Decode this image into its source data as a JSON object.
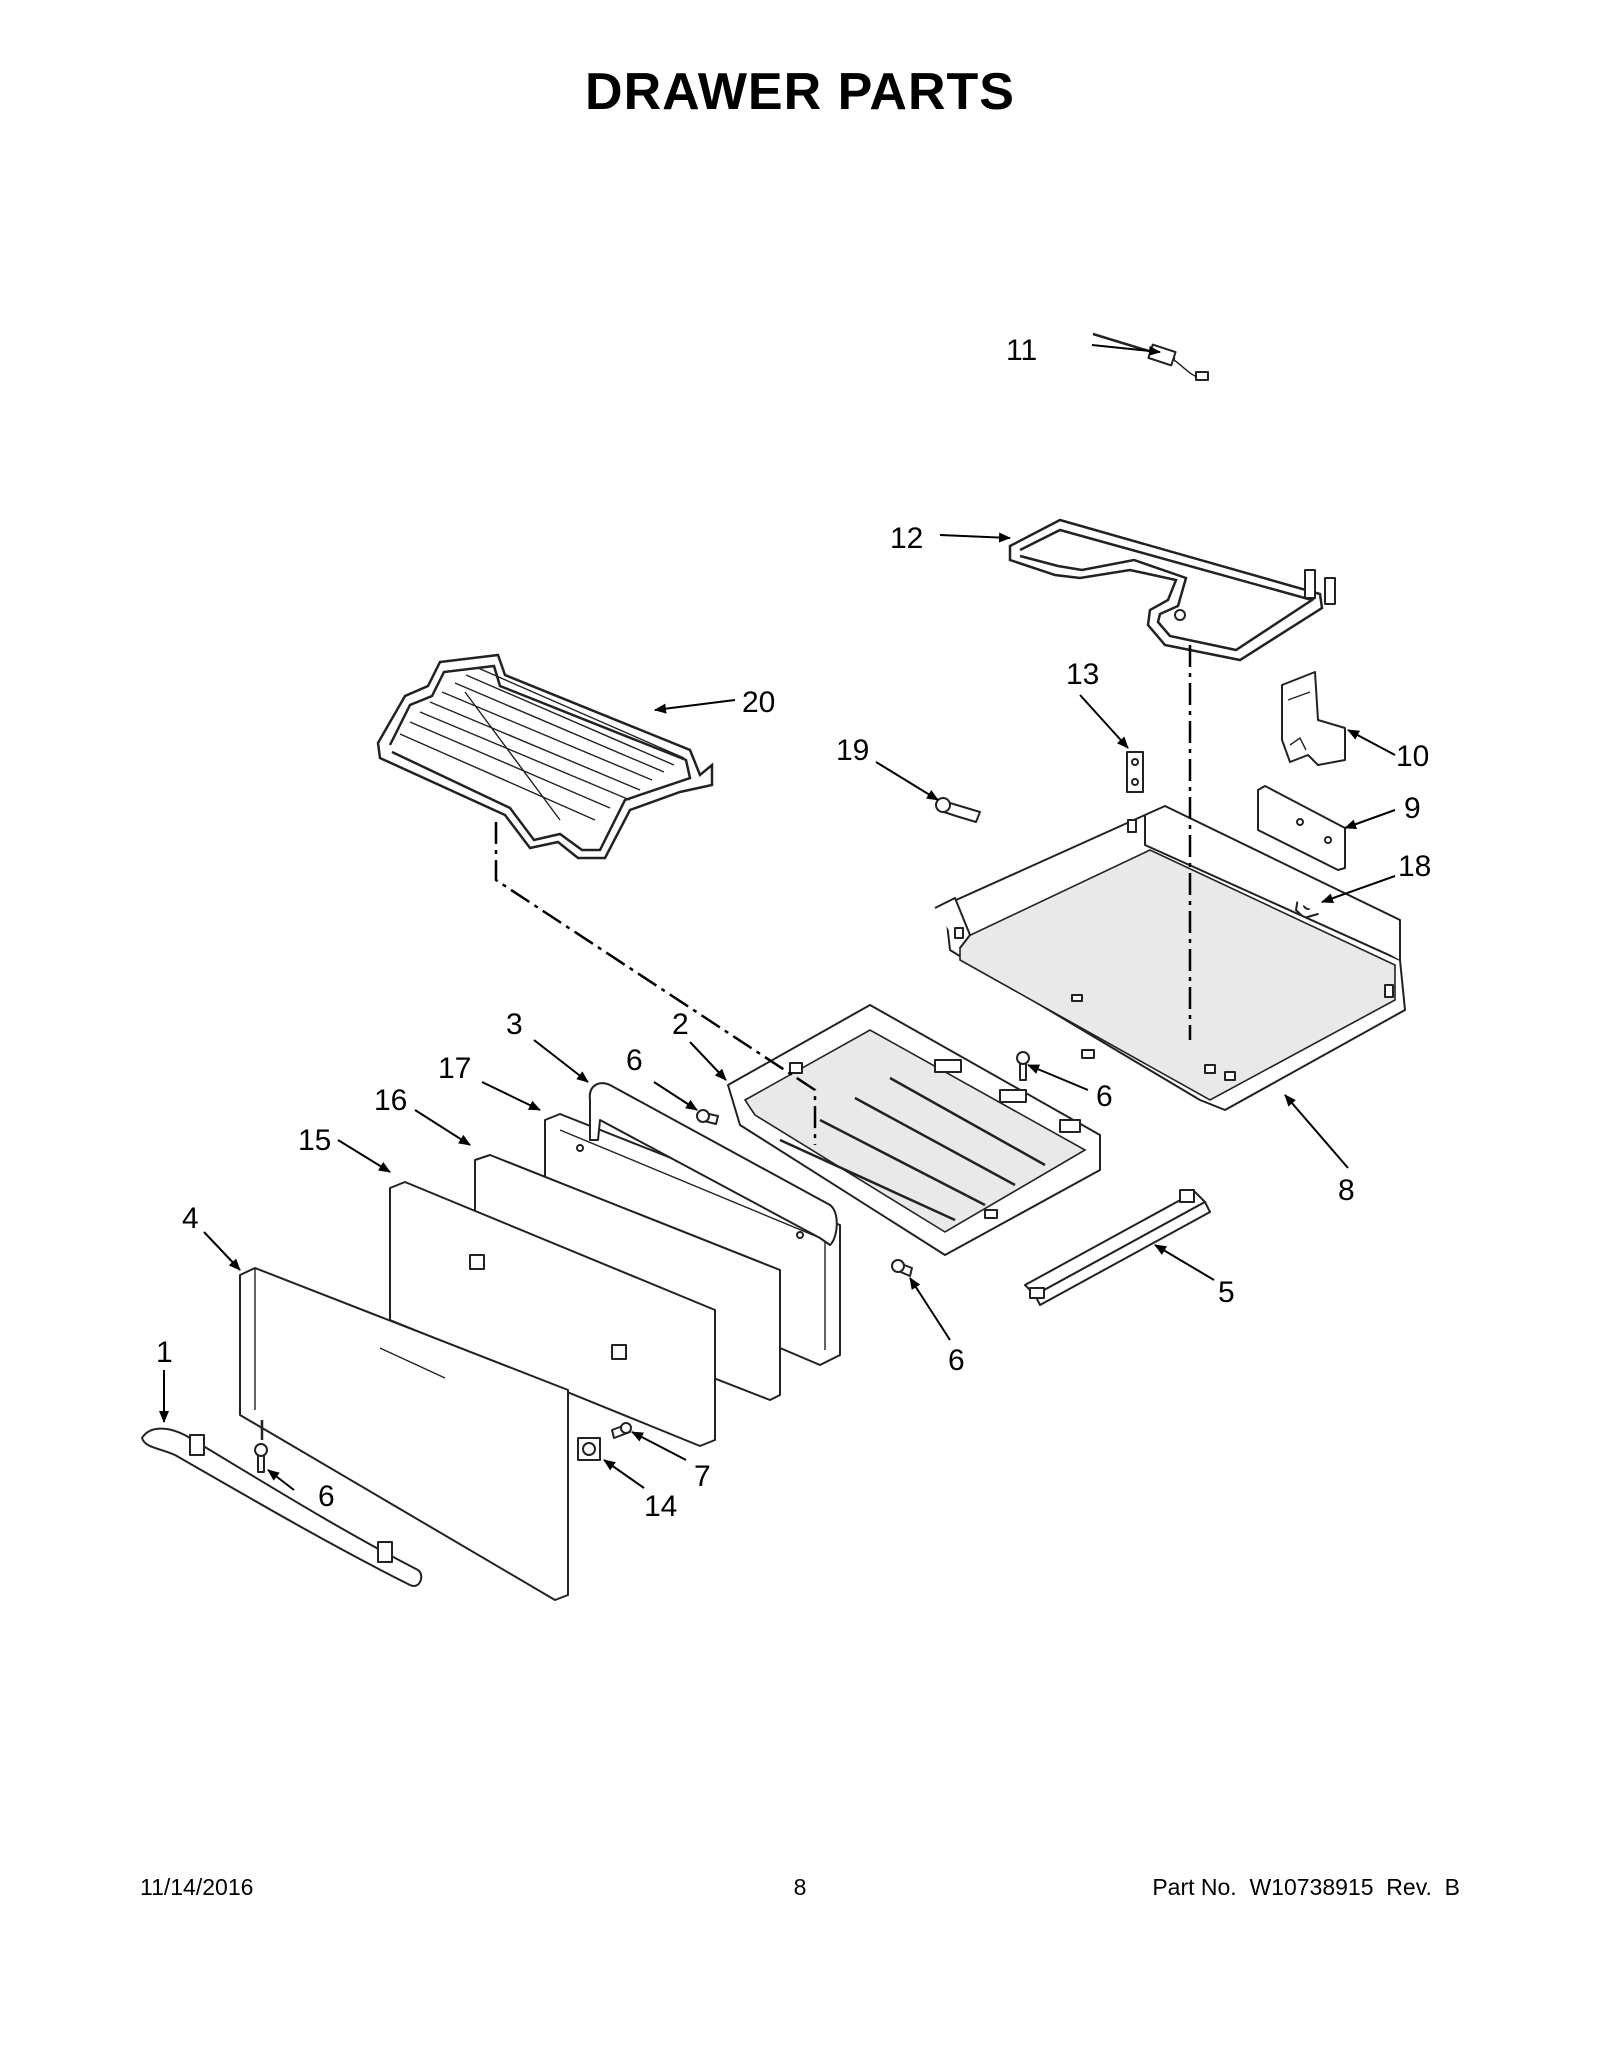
{
  "page": {
    "title": "DRAWER PARTS",
    "footer_date": "11/14/2016",
    "footer_page": "8",
    "footer_part_no": "Part No.  W10738915  Rev.  B"
  },
  "callouts": [
    {
      "id": "c1",
      "label": "1"
    },
    {
      "id": "c2",
      "label": "2"
    },
    {
      "id": "c3",
      "label": "3"
    },
    {
      "id": "c4",
      "label": "4"
    },
    {
      "id": "c5",
      "label": "5"
    },
    {
      "id": "c6a",
      "label": "6"
    },
    {
      "id": "c6b",
      "label": "6"
    },
    {
      "id": "c6c",
      "label": "6"
    },
    {
      "id": "c6d",
      "label": "6"
    },
    {
      "id": "c7",
      "label": "7"
    },
    {
      "id": "c8",
      "label": "8"
    },
    {
      "id": "c9",
      "label": "9"
    },
    {
      "id": "c10",
      "label": "10"
    },
    {
      "id": "c11",
      "label": "11"
    },
    {
      "id": "c12",
      "label": "12"
    },
    {
      "id": "c13",
      "label": "13"
    },
    {
      "id": "c14",
      "label": "14"
    },
    {
      "id": "c15",
      "label": "15"
    },
    {
      "id": "c16",
      "label": "16"
    },
    {
      "id": "c17",
      "label": "17"
    },
    {
      "id": "c18",
      "label": "18"
    },
    {
      "id": "c19",
      "label": "19"
    },
    {
      "id": "c20",
      "label": "20"
    }
  ]
}
